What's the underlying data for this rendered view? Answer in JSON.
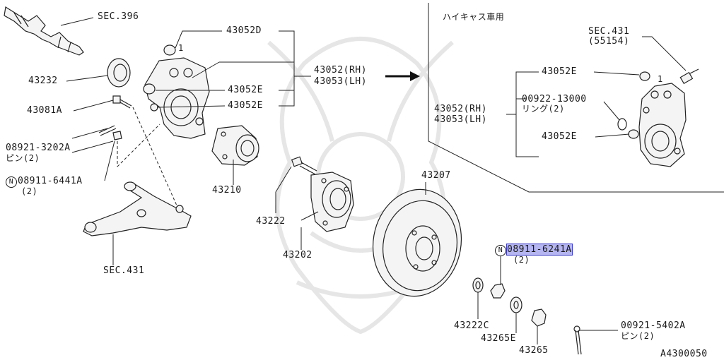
{
  "labels": {
    "sec396": "SEC.396",
    "p43052D": "43052D",
    "p43232": "43232",
    "p43052E_a": "43052E",
    "p43052E_b": "43052E",
    "p43081A": "43081A",
    "p43052rh": "43052(RH)",
    "p43053lh": "43053(LH)",
    "p08921": "08921-3202A",
    "pin_a": "ピン(2)",
    "n08911_a": "08911-6441A",
    "qty2_a": "(2)",
    "p43210": "43210",
    "p43222": "43222",
    "p43202": "43202",
    "sec431": "SEC.431",
    "p43207": "43207",
    "n08911_b": "08911-6241A",
    "qty2_b": "(2)",
    "p43222C": "43222C",
    "p43265E": "43265E",
    "p43265": "43265",
    "p00921": "00921-5402A",
    "pin_b": "ピン(2)",
    "figcode": "A4300050",
    "n_symbol": "N"
  },
  "inset": {
    "title": "ハイキャス車用",
    "sec431": "SEC.431",
    "sec431_sub": "(55154)",
    "p43052E_top": "43052E",
    "p00922": "00922-13000",
    "ring": "リング(2)",
    "p43052rh": "43052(RH)",
    "p43053lh": "43053(LH)",
    "p43052E_bottom": "43052E",
    "callout_1": "1"
  },
  "callout_1": "1"
}
